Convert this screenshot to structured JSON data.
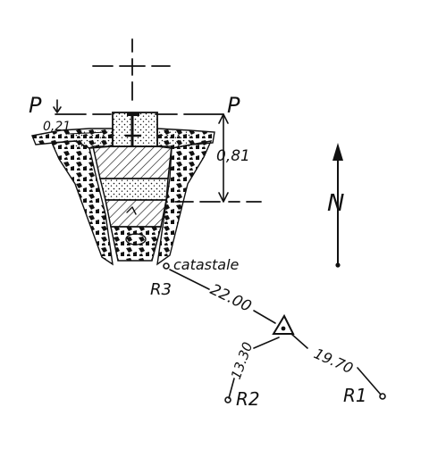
{
  "colors": {
    "ink": "#111111",
    "paper": "#ffffff"
  },
  "section": {
    "plane_left_label": "P",
    "plane_right_label": "P",
    "top_dimension": "0,21",
    "depth_dimension": "0,81"
  },
  "north": {
    "label": "N"
  },
  "benchmark": {
    "name": "catastale",
    "id": "R3"
  },
  "references": [
    {
      "id": "R3",
      "distance": "22.00"
    },
    {
      "id": "R2",
      "distance": "13.30"
    },
    {
      "id": "R1",
      "distance": "19.70"
    }
  ]
}
